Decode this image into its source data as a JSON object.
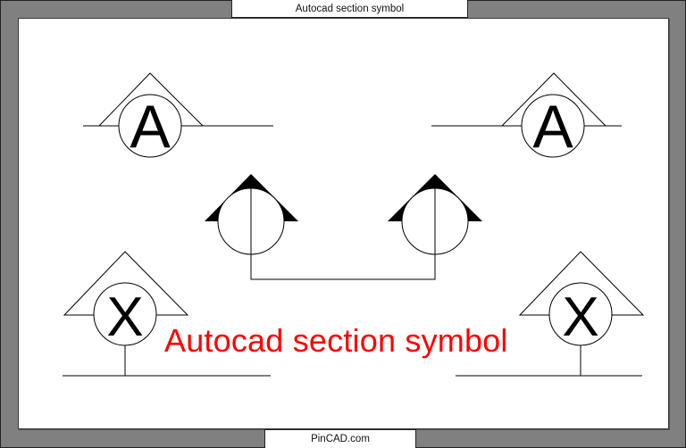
{
  "header": {
    "title": "Autocad section symbol"
  },
  "footer": {
    "site": "PinCAD.com"
  },
  "caption": {
    "text": "Autocad section symbol",
    "color": "#ff0000"
  },
  "symbols": {
    "top_left": {
      "label": "A",
      "type": "section-head-triangle"
    },
    "top_right": {
      "label": "A",
      "type": "section-head-triangle"
    },
    "bottom_left": {
      "label": "X",
      "type": "section-head-triangle-with-stem"
    },
    "bottom_right": {
      "label": "X",
      "type": "section-head-triangle-with-stem"
    },
    "cut_line": {
      "type": "section-cut-arrows",
      "left_arrow": "filled-arrow",
      "right_arrow": "filled-arrow"
    }
  },
  "colors": {
    "frame": "#808080",
    "canvas": "#ffffff",
    "line": "#000000",
    "caption": "#ff0000"
  }
}
